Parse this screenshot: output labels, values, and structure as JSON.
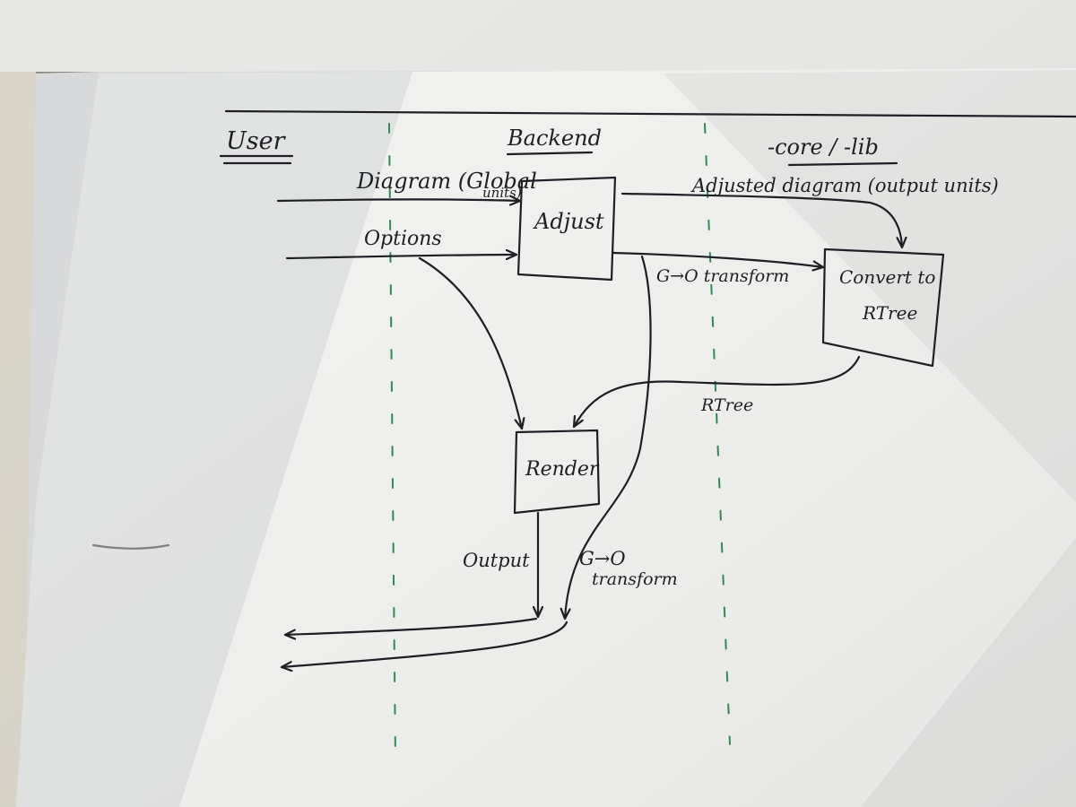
{
  "lanes": {
    "user": "User",
    "backend": "Backend",
    "core": "-core / -lib"
  },
  "boxes": {
    "adjust": "Adjust",
    "convert_line1": "Convert to",
    "convert_line2": "RTree",
    "render": "Render"
  },
  "edges": {
    "diagram_in_a": "Diagram (Global",
    "diagram_in_b": "units)",
    "options": "Options",
    "adjusted_diagram": "Adjusted diagram (output units)",
    "transform_top": "G→O transform",
    "rtree": "RTree",
    "output": "Output",
    "transform_bottom_a": "G→O",
    "transform_bottom_b": "transform"
  },
  "colors": {
    "ink": "#1d1f24",
    "lane_dash": "#2f8a55",
    "paper": "#f1f1ef"
  }
}
